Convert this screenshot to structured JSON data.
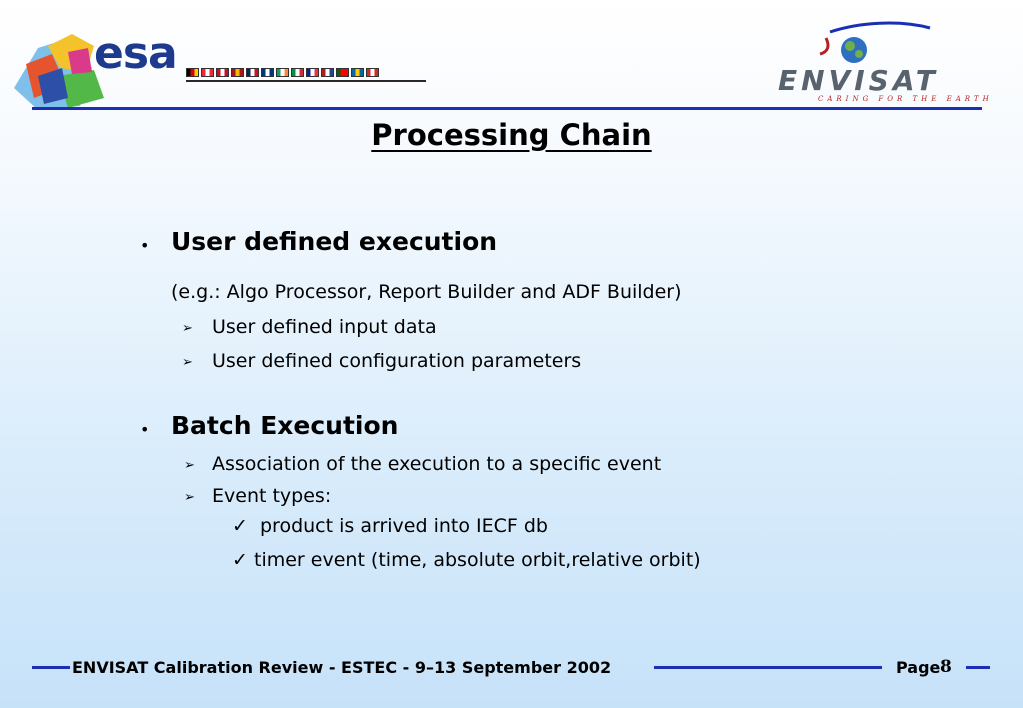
{
  "header": {
    "esa_logo_text": "esa",
    "envisat_logo_text": "ENVISAT",
    "envisat_tagline": "CARING FOR THE EARTH",
    "colors": {
      "esa_blue": "#1d3a8f",
      "rule_blue": "#1a2fb5",
      "tagline_red": "#b22222"
    }
  },
  "title": "Processing Chain",
  "content": {
    "section1": {
      "heading": "User defined execution",
      "note": "(e.g.: Algo Processor, Report Builder and ADF Builder)",
      "items": [
        "User defined input data",
        "User defined configuration parameters"
      ]
    },
    "section2": {
      "heading": "Batch Execution",
      "items": [
        "Association of the execution to a specific event",
        "Event types:"
      ],
      "subitems": [
        "product is arrived into IECF db",
        "timer event (time, absolute orbit,relative orbit)"
      ]
    }
  },
  "footer": {
    "text": "ENVISAT Calibration Review - ESTEC - 9–13 September  2002",
    "page_label": "Page",
    "page_number": "8"
  },
  "glyphs": {
    "bullet": "•",
    "arrow": "➢",
    "check": "✓"
  }
}
